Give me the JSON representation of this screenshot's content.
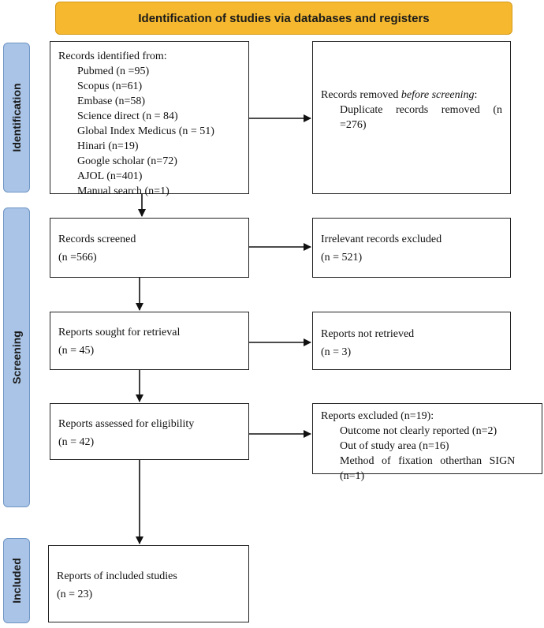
{
  "header": {
    "title": "Identification of studies via databases and registers"
  },
  "phases": {
    "identification": "Identification",
    "screening": "Screening",
    "included": "Included"
  },
  "identified": {
    "title": "Records identified from:",
    "sources": [
      "Pubmed (n =95)",
      "Scopus (n=61)",
      "Embase (n=58)",
      "Science direct (n = 84)",
      "Global Index Medicus (n = 51)",
      "Hinari (n=19)",
      "Google scholar (n=72)",
      "AJOL (n=401)",
      "Manual search (n=1)"
    ]
  },
  "removed": {
    "title_prefix": "Records removed ",
    "title_italic": "before screening",
    "title_suffix": ":",
    "line1": "Duplicate records removed (n",
    "line2": "=276)"
  },
  "screened": {
    "title": "Records screened",
    "count": "(n =566)"
  },
  "excluded_irrelevant": {
    "title": "Irrelevant records excluded",
    "count": "(n = 521)"
  },
  "sought": {
    "title": "Reports sought for retrieval",
    "count": "(n = 45)"
  },
  "not_retrieved": {
    "title": "Reports not retrieved",
    "count": "(n = 3)"
  },
  "assessed": {
    "title": "Reports assessed for eligibility",
    "count": "(n = 42)"
  },
  "reports_excluded": {
    "title": "Reports excluded (n=19):",
    "reasons": [
      "Outcome not clearly reported (n=2)",
      "Out of study area (n=16)",
      "Method of fixation otherthan SIGN (n=1)"
    ]
  },
  "included_studies": {
    "title": "Reports of included studies",
    "count": "(n = 23)"
  }
}
